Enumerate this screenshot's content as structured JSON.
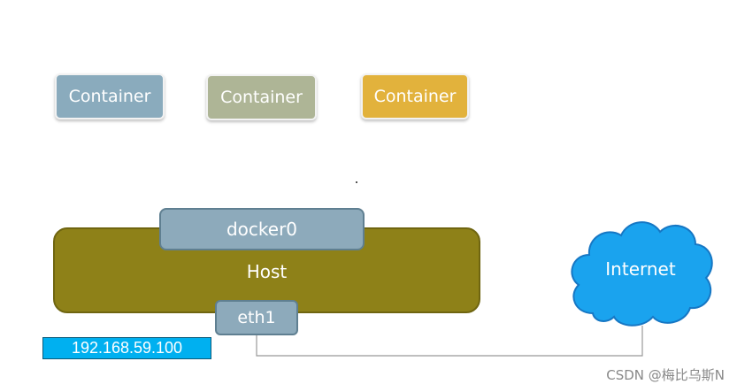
{
  "containers": [
    "Container",
    "Container",
    "Container"
  ],
  "bridge_label": "docker0",
  "host_label": "Host",
  "nic_label": "eth1",
  "ip_label": "192.168.59.100",
  "cloud_label": "Internet",
  "watermark": "CSDN @梅比乌斯N",
  "colors": {
    "container_1": "#8aabbd",
    "container_2": "#aeb596",
    "container_3": "#e2b23c",
    "host": "#8e8118",
    "interface": "#8daabb",
    "ip_badge": "#00b0f0",
    "cloud": "#1aa3ee"
  }
}
